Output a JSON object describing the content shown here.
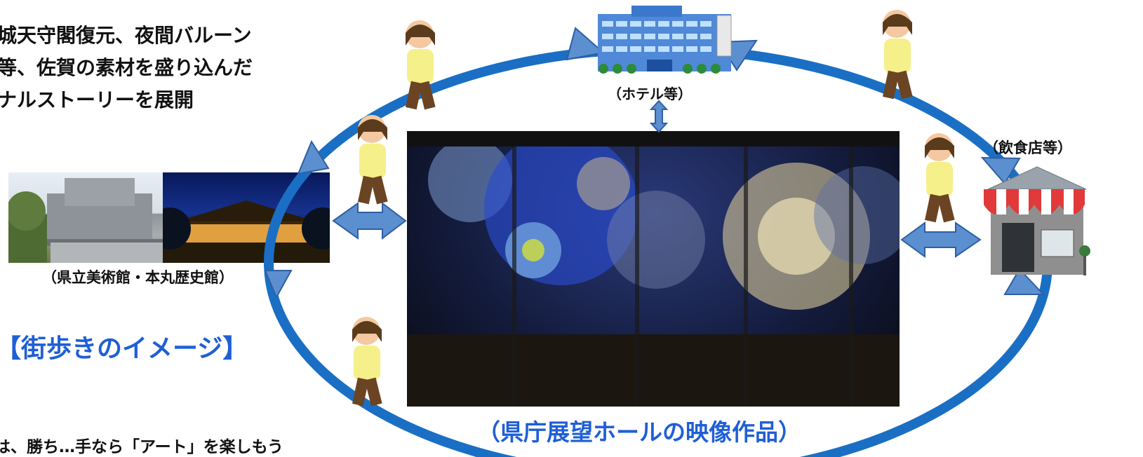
{
  "intro": {
    "lines": [
      "城天守閣復元、夜間バルーン",
      "等、佐賀の素材を盛り込んだ",
      "ナルストーリーを展開"
    ]
  },
  "labels": {
    "hotel": "（ホテル等）",
    "restaurant": "（飲食店等）",
    "museum": "（県立美術館・本丸歴史館）",
    "tower": "（県庁展望ホールの映像作品）",
    "walk_title": "【街歩きのイメージ】",
    "bottom_note": "は、勝ち…手なら「アート」を楽しもう"
  },
  "icons": {
    "hotel_sign": "HOTEL"
  },
  "colors": {
    "loop": "#1a6fc4",
    "arrow": "#5b8fcf",
    "title_blue": "#1f5fd6"
  }
}
